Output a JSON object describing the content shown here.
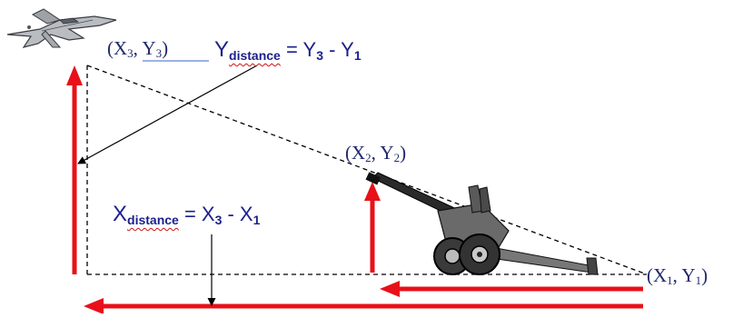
{
  "points": {
    "p3": {
      "x": "X",
      "xs": "3",
      "y": "Y",
      "ys": "3"
    },
    "p2": {
      "x": "X",
      "xs": "2",
      "y": "Y",
      "ys": "2"
    },
    "p1": {
      "x": "X",
      "xs": "1",
      "y": "Y",
      "ys": "1"
    }
  },
  "equations": {
    "ydist": {
      "var": "Y",
      "sub": "distance",
      "eq": " = Y",
      "s1": "3",
      "mid": " - Y",
      "s2": "1"
    },
    "xdist": {
      "var": "X",
      "sub": "distance",
      "eq": " = X",
      "s1": "3",
      "mid": " - X",
      "s2": "1"
    }
  },
  "colors": {
    "arrow": "#e8101a",
    "text": "#1f2a6b",
    "equation": "#1a1f8c",
    "dash": "#000000"
  },
  "icons": {
    "aircraft": "fighter-jet-icon",
    "weapon": "artillery-cannon-icon"
  }
}
